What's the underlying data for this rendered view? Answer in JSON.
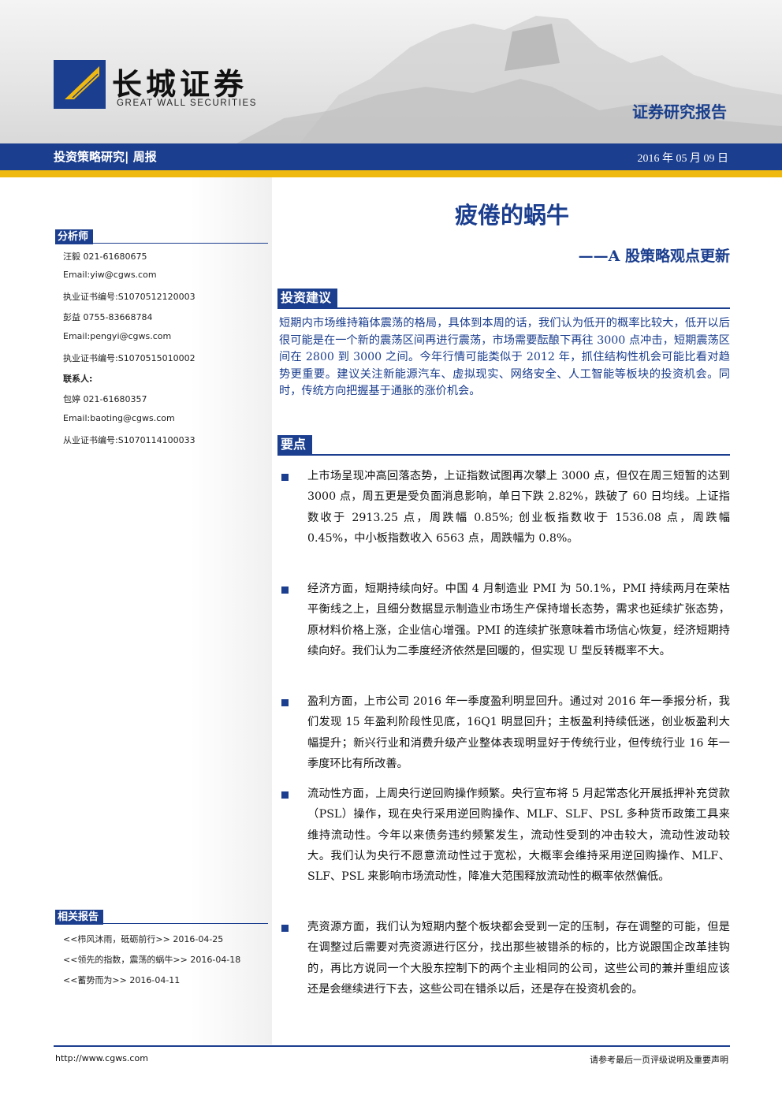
{
  "header": {
    "brand_cn": "长城证券",
    "brand_en": "GREAT WALL SECURITIES",
    "report_type": "证券研究报告"
  },
  "bar": {
    "left": "投资策略研究| 周报",
    "date": "2016 年 05 月 09 日"
  },
  "title": "疲倦的蜗牛",
  "subtitle": "——A 股策略观点更新",
  "sidebar": {
    "analyst_head": "分析师",
    "analyst_lines": [
      "汪毅 021-61680675",
      "Email:yiw@cgws.com",
      "执业证书编号:S1070512120003",
      "彭益 0755-83668784",
      "Email:pengyi@cgws.com",
      "执业证书编号:S1070515010002"
    ],
    "contact_label": "联系人:",
    "contact_lines": [
      "包婷 021-61680357",
      "Email:baoting@cgws.com",
      "从业证书编号:S1070114100033"
    ],
    "related_head": "相关报告",
    "related": [
      "<<栉风沐雨，砥砺前行>> 2016-04-25",
      "<<领先的指数，震荡的蜗牛>> 2016-04-18",
      "<<蓄势而为>> 2016-04-11"
    ]
  },
  "sections": {
    "advice_head": "投资建议",
    "advice_text": "短期内市场维持箱体震荡的格局，具体到本周的话，我们认为低开的概率比较大，低开以后很可能是在一个新的震荡区间再进行震荡，市场需要酝酿下再往 3000 点冲击，短期震荡区间在  2800 到 3000 之间。今年行情可能类似于 2012 年，抓住结构性机会可能比看对趋势更重要。建议关注新能源汽车、虚拟现实、网络安全、人工智能等板块的投资机会。同时，传统方向把握基于通胀的涨价机会。",
    "points_head": "要点",
    "points": [
      "上市场呈现冲高回落态势，上证指数试图再次攀上 3000 点，但仅在周三短暂的达到 3000 点，周五更是受负面消息影响，单日下跌 2.82%，跌破了 60 日均线。上证指数收于 2913.25 点，周跌幅 0.85%; 创业板指数收于 1536.08 点，周跌幅 0.45%，中小板指数收入 6563 点，周跌幅为 0.8%。",
      "经济方面，短期持续向好。中国 4 月制造业 PMI 为 50.1%，PMI 持续两月在荣枯平衡线之上，且细分数据显示制造业市场生产保持增长态势，需求也延续扩张态势，原材料价格上涨，企业信心增强。PMI 的连续扩张意味着市场信心恢复，经济短期持续向好。我们认为二季度经济依然是回暖的，但实现 U 型反转概率不大。",
      "盈利方面，上市公司 2016 年一季度盈利明显回升。通过对 2016 年一季报分析，我们发现 15 年盈利阶段性见底，16Q1 明显回升；主板盈利持续低迷，创业板盈利大幅提升；新兴行业和消费升级产业整体表现明显好于传统行业，但传统行业 16 年一季度环比有所改善。",
      "流动性方面，上周央行逆回购操作频繁。央行宣布将 5 月起常态化开展抵押补充贷款（PSL）操作，现在央行采用逆回购操作、MLF、SLF、PSL 多种货币政策工具来维持流动性。今年以来债务违约频繁发生，流动性受到的冲击较大，流动性波动较大。我们认为央行不愿意流动性过于宽松，大概率会维持采用逆回购操作、MLF、SLF、PSL 来影响市场流动性，降准大范围释放流动性的概率依然偏低。",
      "壳资源方面，我们认为短期内整个板块都会受到一定的压制，存在调整的可能，但是在调整过后需要对壳资源进行区分，找出那些被错杀的标的，比方说跟国企改革挂钩的，再比方说同一个大股东控制下的两个主业相同的公司，这些公司的兼并重组应该还是会继续进行下去，这些公司在错杀以后，还是存在投资机会的。"
    ]
  },
  "footer": {
    "url": "http://www.cgws.com",
    "note": "请参考最后一页评级说明及重要声明"
  },
  "colors": {
    "brand_blue": "#1b3e8e",
    "accent_yellow": "#f0b910"
  }
}
